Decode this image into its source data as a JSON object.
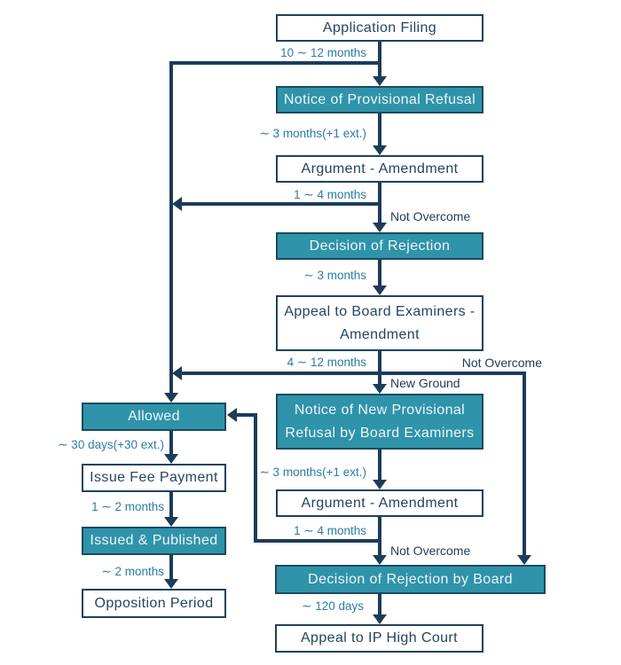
{
  "flowchart": {
    "nodes": {
      "application_filing": "Application Filing",
      "notice_provisional_refusal": "Notice of Provisional Refusal",
      "argument_amendment_1": "Argument - Amendment",
      "decision_of_rejection": "Decision of Rejection",
      "appeal_board_examiners": [
        "Appeal to Board Examiners -",
        "Amendment"
      ],
      "notice_new_provisional": [
        "Notice of New Provisional",
        "Refusal by Board Examiners"
      ],
      "argument_amendment_2": "Argument - Amendment",
      "decision_rejection_board": "Decision of Rejection by Board",
      "appeal_ip_high_court": "Appeal to IP High Court",
      "allowed": "Allowed",
      "issue_fee_payment": "Issue Fee Payment",
      "issued_published": "Issued & Published",
      "opposition_period": "Opposition Period"
    },
    "edge_labels": {
      "filing_to_refusal": "10 ∼ 12 months",
      "refusal_to_argument": "∼ 3 months(+1 ext.)",
      "argument1_out": "1 ∼ 4 months",
      "not_overcome_1": "Not Overcome",
      "rejection_to_appeal": "∼ 3 months",
      "appeal_out": "4 ∼ 12 months",
      "not_overcome_2": "Not Overcome",
      "new_ground": "New Ground",
      "new_refusal_to_argument": "∼ 3 months(+1 ext.)",
      "argument2_out": "1 ∼ 4 months",
      "not_overcome_3": "Not Overcome",
      "board_to_court": "∼ 120 days",
      "allowed_to_fee": "∼ 30 days(+30 ext.)",
      "fee_to_issued": "1 ∼ 2 months",
      "issued_to_opposition": "∼ 2 months"
    },
    "colors": {
      "box_fill_teal": "#2f93a9",
      "line_navy": "#1d3c59",
      "label_teal": "#2c7ca4",
      "background": "#ffffff"
    }
  }
}
